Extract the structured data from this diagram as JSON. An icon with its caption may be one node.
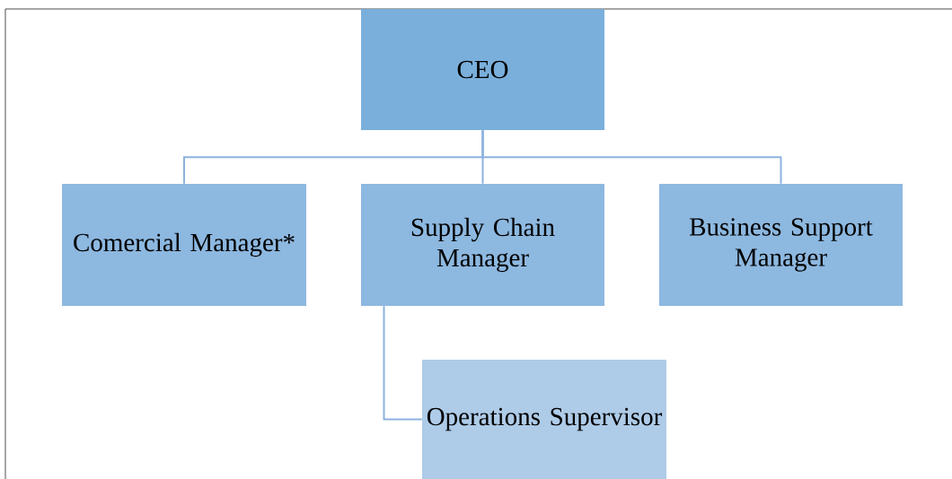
{
  "diagram": {
    "nodes": [
      {
        "text": [
          "CEO"
        ]
      },
      {
        "text": [
          "Comercial Manager*"
        ]
      },
      {
        "text": [
          "Supply Chain Manager"
        ]
      },
      {
        "text": [
          "Business Support Manager"
        ]
      },
      {
        "text": [
          "Operations Supervisor"
        ]
      }
    ],
    "edges": [
      {
        "from": 0,
        "to": 1,
        "arrow": "none"
      },
      {
        "from": 0,
        "to": 2,
        "arrow": "none"
      },
      {
        "from": 0,
        "to": 3,
        "arrow": "none"
      },
      {
        "from": 2,
        "to": 4,
        "arrow": "none"
      }
    ]
  }
}
